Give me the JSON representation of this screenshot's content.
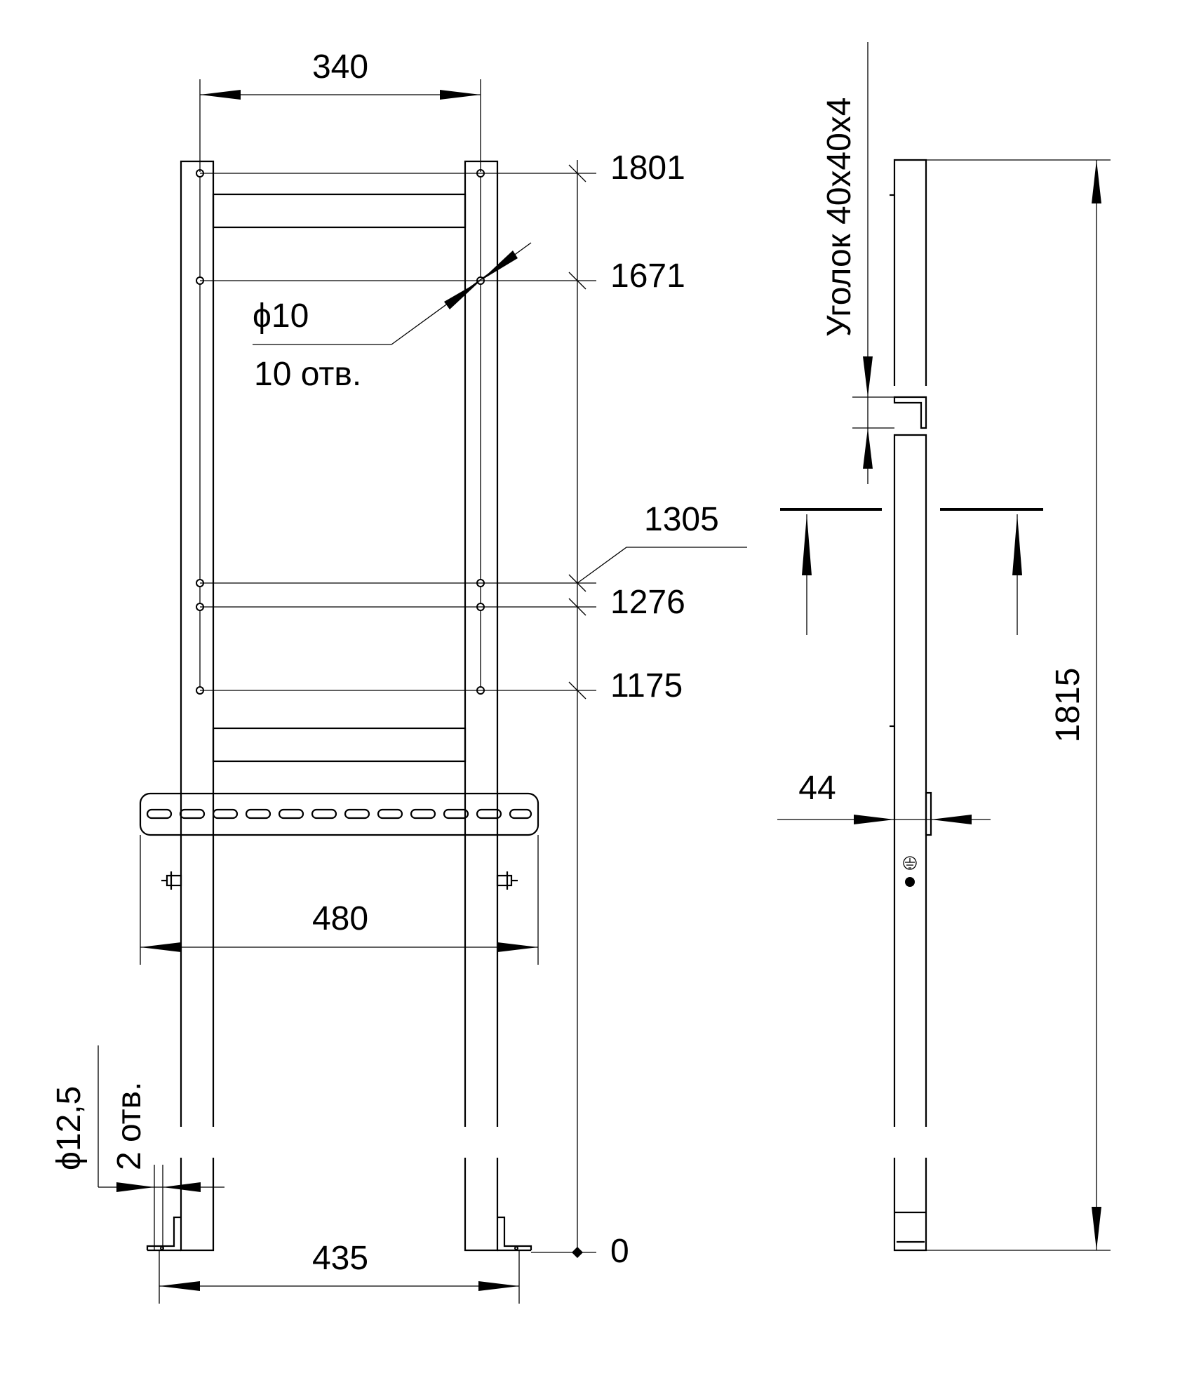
{
  "dimensions": {
    "width_top": "340",
    "width_shelf": "480",
    "width_bottom": "435",
    "elev_1801": "1801",
    "elev_1671": "1671",
    "elev_1305": "1305",
    "elev_1276": "1276",
    "elev_1175": "1175",
    "elev_0": "0",
    "total_height": "1815",
    "side_depth": "44"
  },
  "notes": {
    "hole_diameter": "ϕ10",
    "hole_count": "10 отв.",
    "anchor_hole_diameter": "ϕ12,5",
    "anchor_hole_count": "2 отв.",
    "profile": "Уголок 40х40х4"
  }
}
